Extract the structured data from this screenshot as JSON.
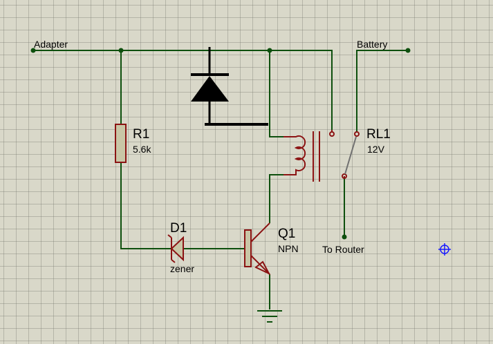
{
  "nets": {
    "adapter": "Adapter",
    "battery": "Battery",
    "router": "To Router"
  },
  "components": {
    "r1": {
      "ref": "R1",
      "value": "5.6k"
    },
    "d1": {
      "ref": "D1",
      "value": "zener"
    },
    "q1": {
      "ref": "Q1",
      "value": "NPN"
    },
    "rl1": {
      "ref": "RL1",
      "value": "12V"
    }
  },
  "colors": {
    "background": "#d9d8c9",
    "wire": "#0d4f0d",
    "component": "#8b1212",
    "component_fill": "#c9c6a6",
    "cursor": "#1a1aff"
  },
  "icons": {
    "cursor": "crosshair-origin-icon",
    "ground": "ground-icon"
  }
}
